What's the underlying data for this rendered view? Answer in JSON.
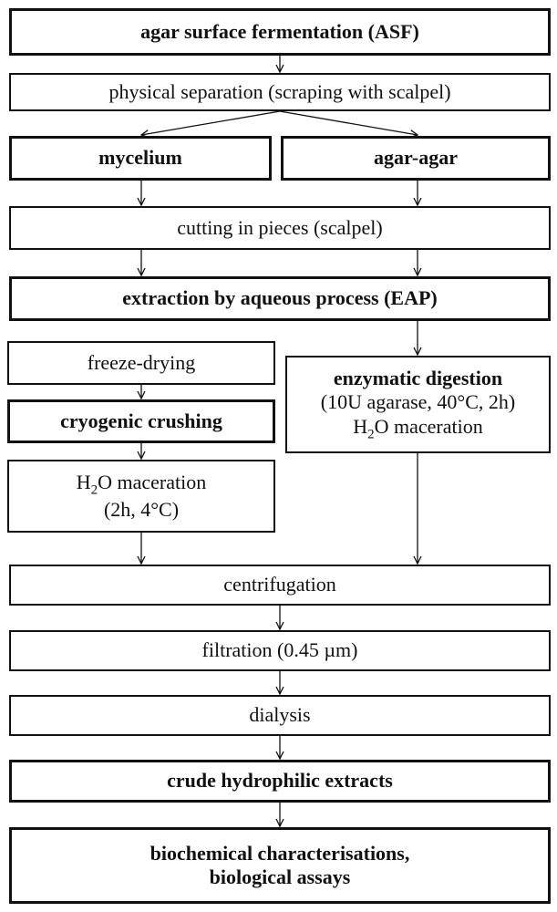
{
  "steps": {
    "asf": "agar surface fermentation (ASF)",
    "separation": "physical separation (scraping with scalpel)",
    "mycelium": "mycelium",
    "agar": "agar-agar",
    "cutting": "cutting in pieces (scalpel)",
    "eap": "extraction by aqueous process (EAP)",
    "freeze": "freeze-drying",
    "cryo": "cryogenic crushing",
    "h2o_left": {
      "h": "H",
      "sub": "2",
      "rest": "O maceration",
      "line2": "(2h, 4°C)"
    },
    "enzymatic": {
      "title": "enzymatic digestion",
      "line2": "(10U agarase, 40°C, 2h)",
      "h": "H",
      "sub": "2",
      "rest": "O maceration"
    },
    "centrifugation": "centrifugation",
    "filtration": "filtration (0.45 µm)",
    "dialysis": "dialysis",
    "crude": "crude hydrophilic extracts",
    "bio_line1": "biochemical characterisations,",
    "bio_line2": "biological assays"
  }
}
